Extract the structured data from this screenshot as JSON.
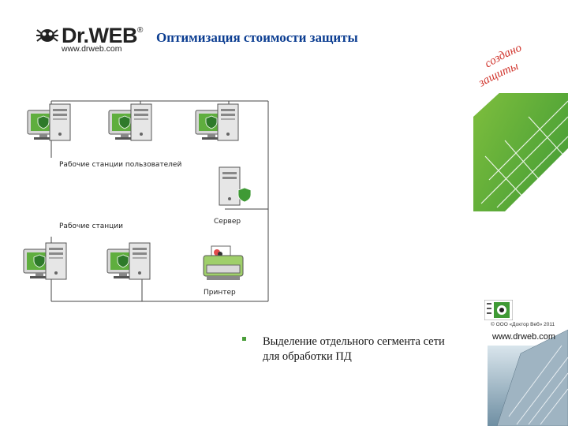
{
  "header": {
    "brand": "Dr.WEB",
    "brand_reg": "®",
    "brand_url": "www.drweb.com",
    "title": "Оптимизация стоимости защиты"
  },
  "slogan": {
    "line1": "создано",
    "line2": "защиты"
  },
  "network": {
    "workstations_users_label": "Рабочие станции пользователей",
    "workstations_label": "Рабочие станции",
    "server_label": "Сервер",
    "printer_label": "Принтер"
  },
  "sidebar": {
    "copyright": "© ООО «Доктор Веб» 2011",
    "site": "www.drweb.com"
  },
  "bullets": [
    "Выделение отдельного сегмента сети для обработки ПД"
  ],
  "colors": {
    "title": "#0b3d91",
    "green": "#4a9e3a",
    "slogan_red": "#d0332b"
  }
}
